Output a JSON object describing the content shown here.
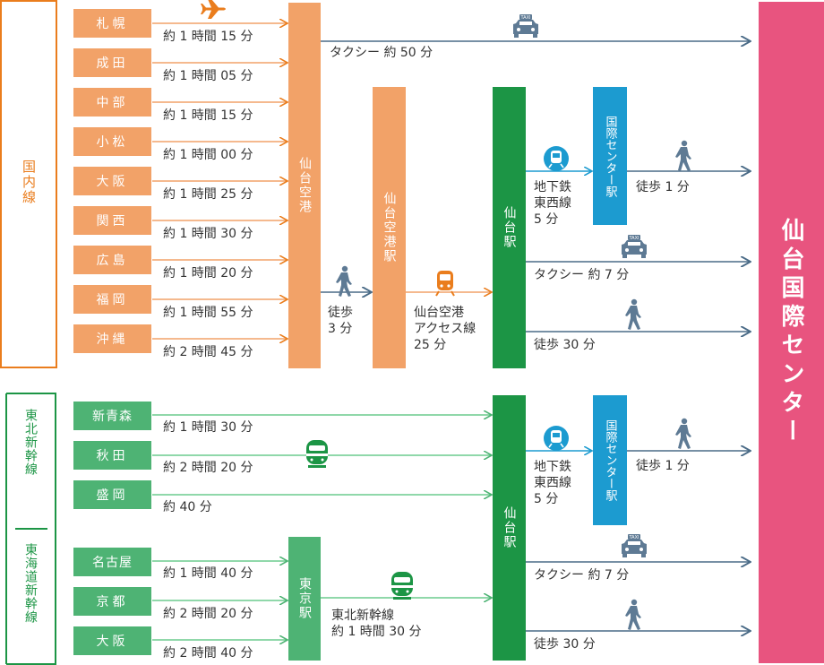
{
  "colors": {
    "domestic": "#ea7d1d",
    "domestic_box": "#f2a268",
    "shinkansen": "#1c9545",
    "shinkansen_box": "#4eb374",
    "green_line": "#6ccb8e",
    "subway_box": "#1c9bd0",
    "arrow_blue": "#4a6b87",
    "goal": "#e8547f",
    "icon_gray": "#5e7a94"
  },
  "goal": "仙台国際センター",
  "domestic": {
    "title": "国内線",
    "flights": [
      {
        "city": "札幌",
        "time": "約 1 時間 15 分"
      },
      {
        "city": "成田",
        "time": "約 1 時間 05 分"
      },
      {
        "city": "中部",
        "time": "約 1 時間 15 分"
      },
      {
        "city": "小松",
        "time": "約 1 時間 00 分"
      },
      {
        "city": "大阪",
        "time": "約 1 時間 25 分"
      },
      {
        "city": "関西",
        "time": "約 1 時間 30 分"
      },
      {
        "city": "広島",
        "time": "約 1 時間 20 分"
      },
      {
        "city": "福岡",
        "time": "約 1 時間 55 分"
      },
      {
        "city": "沖縄",
        "time": "約 2 時間 45 分"
      }
    ],
    "airport": "仙台空港",
    "taxi_direct": "タクシー 約 50 分",
    "walk_to_station": "徒歩\n3 分",
    "airport_station": "仙台空港駅",
    "access_line": "仙台空港\nアクセス線\n25 分",
    "sendai_station": "仙台駅",
    "subway": "地下鉄\n東西線\n5 分",
    "subway_station": "国際センター駅",
    "walk_from_subway": "徒歩 1 分",
    "taxi": "タクシー 約 7 分",
    "walk": "徒歩 30 分"
  },
  "shinkansen": {
    "tohoku_title": "東北新幹線",
    "tokaido_title": "東海道新幹線",
    "tohoku": [
      {
        "city": "新青森",
        "time": "約 1 時間 30 分"
      },
      {
        "city": "秋田",
        "time": "約 2 時間 20 分"
      },
      {
        "city": "盛岡",
        "time": "約 40 分"
      }
    ],
    "tokaido": [
      {
        "city": "名古屋",
        "time": "約 1 時間 40 分"
      },
      {
        "city": "京都",
        "time": "約 2 時間 20 分"
      },
      {
        "city": "大阪",
        "time": "約 2 時間 40 分"
      }
    ],
    "tokyo_station": "東京駅",
    "tohoku_line": "東北新幹線\n約 1 時間 30 分",
    "sendai_station": "仙台駅",
    "subway": "地下鉄\n東西線\n5 分",
    "subway_station": "国際センター駅",
    "walk_from_subway": "徒歩 1 分",
    "taxi": "タクシー 約 7 分",
    "walk": "徒歩 30 分",
    "taxi_sign": "TAXI"
  }
}
